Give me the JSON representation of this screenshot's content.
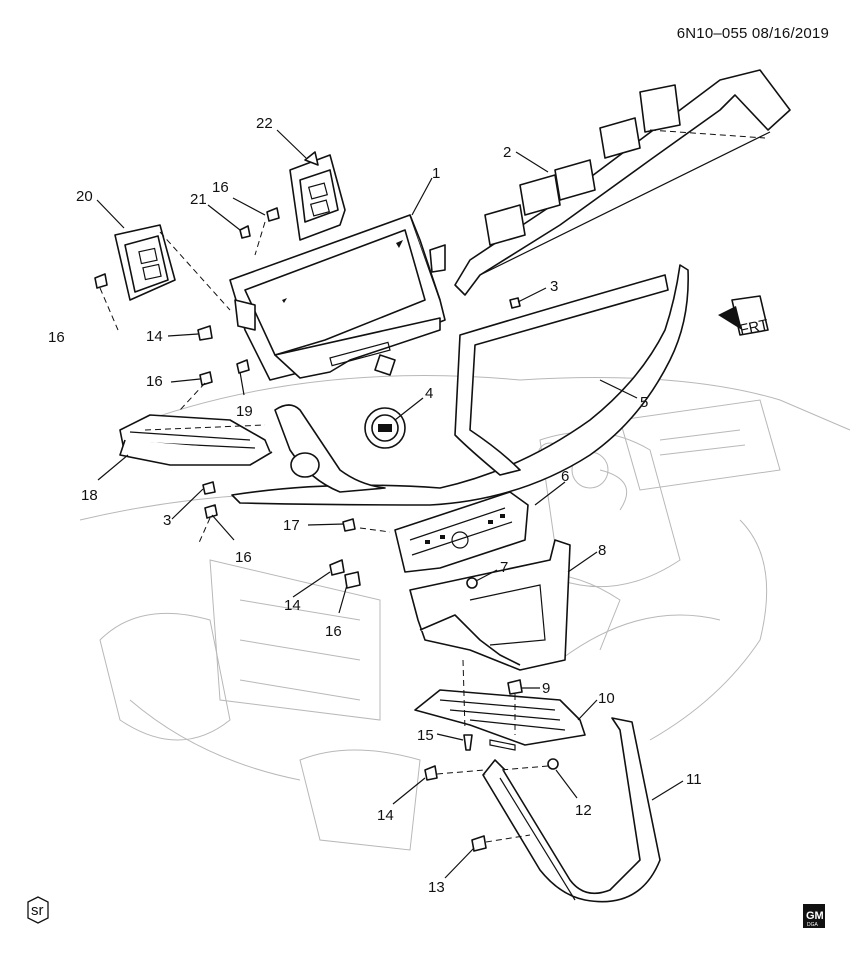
{
  "header": {
    "code": "6N10–055 08/16/2019"
  },
  "callouts": {
    "c1": "1",
    "c2": "2",
    "c3a": "3",
    "c3b": "3",
    "c4": "4",
    "c5": "5",
    "c6": "6",
    "c7": "7",
    "c8": "8",
    "c9": "9",
    "c10": "10",
    "c11": "11",
    "c12": "12",
    "c13": "13",
    "c14a": "14",
    "c14b": "14",
    "c14c": "14",
    "c15": "15",
    "c16a": "16",
    "c16b": "16",
    "c16c": "16",
    "c16d": "16",
    "c16e": "16",
    "c17": "17",
    "c18": "18",
    "c19": "19",
    "c20": "20",
    "c21": "21",
    "c22": "22"
  },
  "direction": {
    "label": "FRT"
  },
  "badges": {
    "sr": "sr",
    "gm": "GM",
    "gm_sub": "DGA"
  }
}
